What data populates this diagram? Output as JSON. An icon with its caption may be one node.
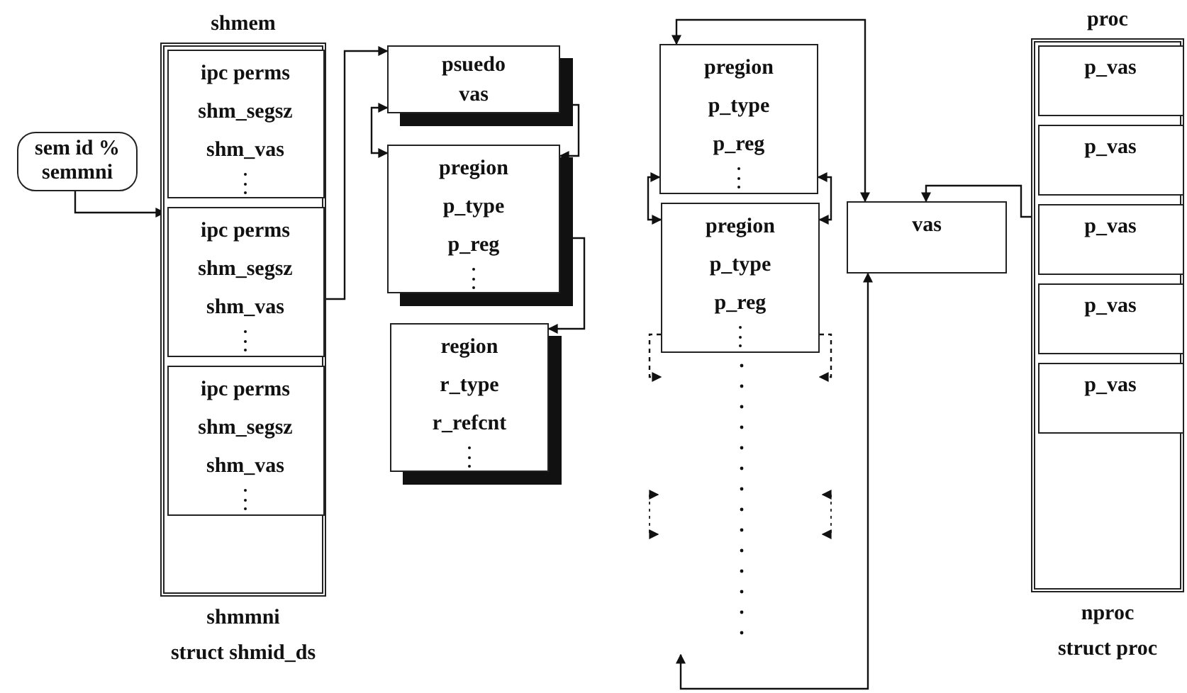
{
  "diagram": {
    "nodes": [
      {
        "text": [
          "shmem"
        ],
        "beside": [
          "shmmni",
          "struct shmid_ds"
        ]
      },
      {
        "text": [
          "ipc perms",
          "shm_segsz",
          "shm_vas"
        ],
        "in": 0
      },
      {
        "text": [
          "ipc perms",
          "shm_segsz",
          "shm_vas"
        ],
        "in": 0
      },
      {
        "text": [
          "ipc perms",
          "shm_segsz",
          "shm_vas"
        ],
        "in": 0
      },
      {
        "text": [
          "sem id % semmni"
        ]
      },
      {
        "text": [
          "psuedo",
          "vas"
        ]
      },
      {
        "text": [
          "pregion",
          "p_type",
          "p_reg"
        ]
      },
      {
        "text": [
          "region",
          "r_type",
          "r_refcnt"
        ]
      },
      {
        "text": [
          "pregion",
          "p_type",
          "p_reg"
        ]
      },
      {
        "text": [
          "pregion",
          "p_type",
          "p_reg"
        ]
      },
      {
        "text": [
          "vas"
        ]
      },
      {
        "text": [
          "proc"
        ],
        "beside": [
          "nproc",
          "struct proc"
        ]
      },
      {
        "text": [
          "p_vas"
        ],
        "in": 11
      },
      {
        "text": [
          "p_vas"
        ],
        "in": 11
      },
      {
        "text": [
          "p_vas"
        ],
        "in": 11
      },
      {
        "text": [
          "p_vas"
        ],
        "in": 11
      },
      {
        "text": [
          "p_vas"
        ],
        "in": 11
      }
    ],
    "edges": [
      {
        "from": 4,
        "to": 2,
        "arrow": "to"
      },
      {
        "from": 2,
        "to": 5,
        "arrow": "to"
      },
      {
        "from": 5,
        "to": 6,
        "arrow": "both"
      },
      {
        "from": 5,
        "to": 6,
        "arrow": "to"
      },
      {
        "from": 6,
        "to": 7,
        "arrow": "to"
      },
      {
        "from": 8,
        "to": 9,
        "arrow": "both"
      },
      {
        "from": 8,
        "to": 9,
        "arrow": "both"
      },
      {
        "from": 9,
        "to": null,
        "arrow": "to",
        "style": "dashed"
      },
      {
        "from": 9,
        "to": null,
        "arrow": "to",
        "style": "dashed"
      },
      {
        "from": 10,
        "to": 8,
        "arrow": "both"
      },
      {
        "from": null,
        "to": 10,
        "arrow": "both"
      },
      {
        "from": 14,
        "to": 10,
        "arrow": "to"
      }
    ]
  }
}
